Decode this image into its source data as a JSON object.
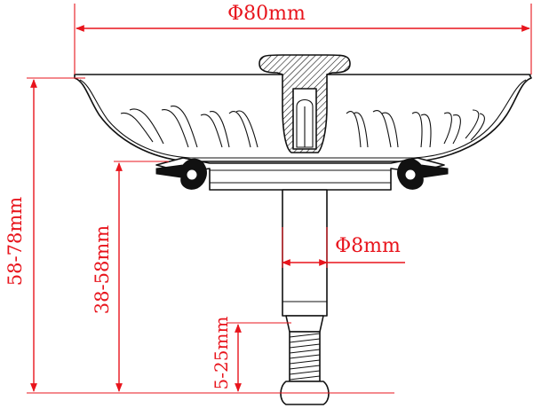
{
  "dimensions": {
    "diameter_basket": "Φ80mm",
    "overall_height": "58-78mm",
    "stem_height": "38-58mm",
    "diameter_stem": "Φ8mm",
    "thread_length": "5-25mm"
  },
  "colors": {
    "dimension": "#e8141c",
    "drawing": "#111111"
  }
}
